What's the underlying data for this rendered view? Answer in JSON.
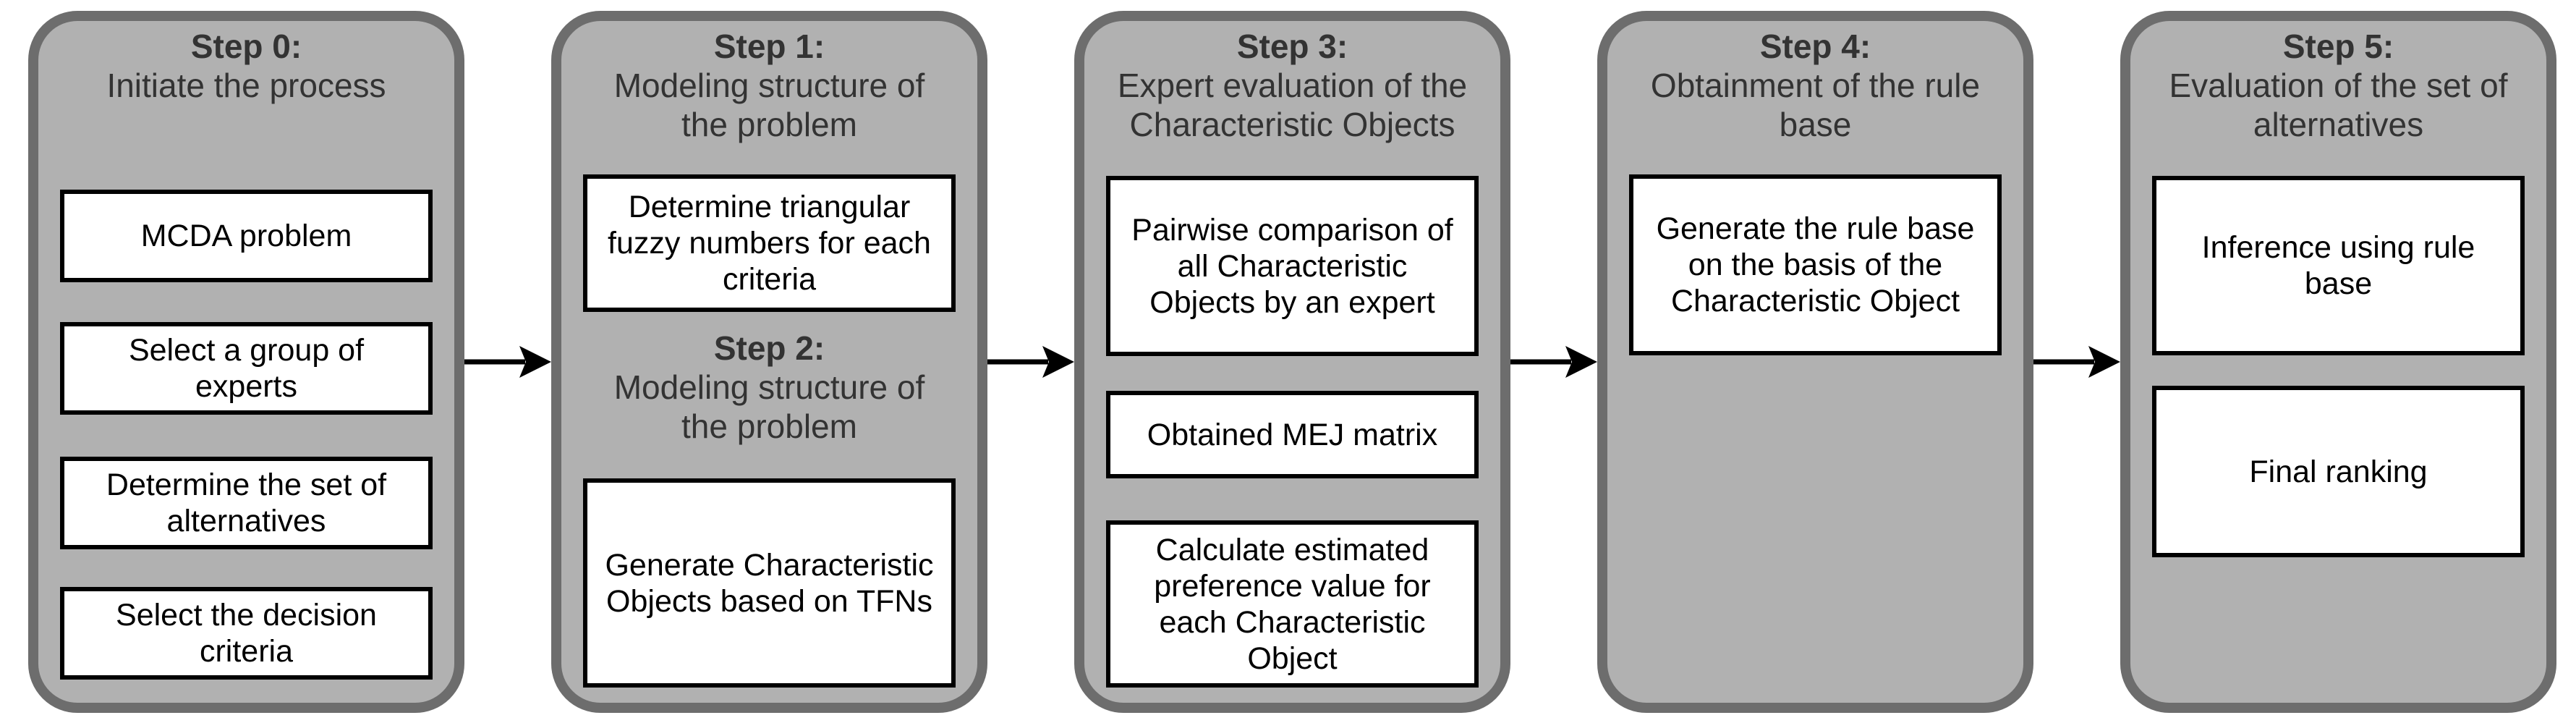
{
  "diagram": {
    "type": "flowchart",
    "panels": [
      {
        "step": "Step 0:",
        "subtitle": "Initiate the process",
        "boxes": [
          "MCDA problem",
          "Select a group of\nexperts",
          "Determine the set of\nalternatives",
          "Select the decision\ncriteria"
        ]
      },
      {
        "sections": [
          {
            "step": "Step 1:",
            "subtitle": "Modeling structure of\nthe problem",
            "box": "Determine triangular\nfuzzy numbers for each\ncriteria"
          },
          {
            "step": "Step 2:",
            "subtitle": "Modeling structure of\nthe problem",
            "box": "Generate Characteristic\nObjects based on TFNs"
          }
        ]
      },
      {
        "step": "Step 3:",
        "subtitle": "Expert evaluation of the\nCharacteristic Objects",
        "boxes": [
          "Pairwise comparison of\nall Characteristic\nObjects by an expert",
          "Obtained MEJ matrix",
          "Calculate estimated\npreference value for\neach Characteristic\nObject"
        ]
      },
      {
        "step": "Step 4:",
        "subtitle": "Obtainment of the rule\nbase",
        "boxes": [
          "Generate the rule base\non the basis of the\nCharacteristic Object"
        ]
      },
      {
        "step": "Step 5:",
        "subtitle": "Evaluation of the set of\nalternatives",
        "boxes": [
          "Inference using rule\nbase",
          "Final ranking"
        ]
      }
    ],
    "colors": {
      "panel_fill": "#b1b1b1",
      "panel_border": "#6d6d6d",
      "title_text": "#333333",
      "box_fill": "#ffffff",
      "box_border": "#000000",
      "box_text": "#000000",
      "arrow": "#000000",
      "background": "#ffffff"
    }
  }
}
